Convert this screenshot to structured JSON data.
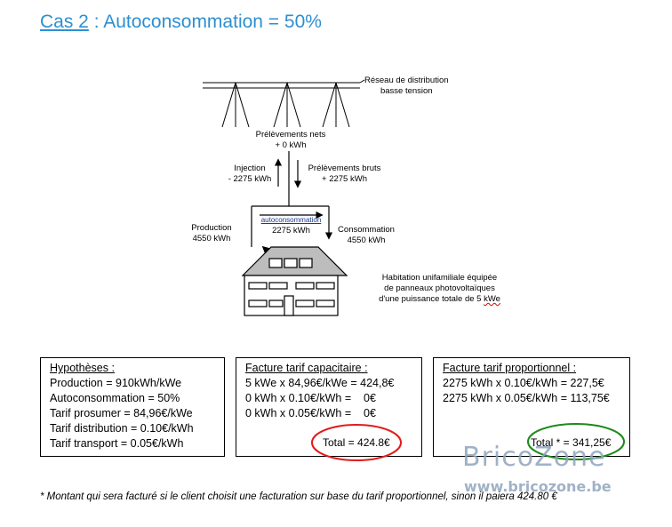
{
  "title": {
    "prefix": "Cas 2",
    "rest": " : Autoconsommation = 50%"
  },
  "diagram": {
    "grid_line1": "Réseau de distribution",
    "grid_line2": "basse tension",
    "net_line1": "Prélèvements nets",
    "net_line2": "+ 0 kWh",
    "injection_line1": "Injection",
    "injection_line2": "- 2275 kWh",
    "gross_line1": "Prélèvements bruts",
    "gross_line2": "+ 2275 kWh",
    "selfcons_line1": "autoconsommation",
    "selfcons_line2": "2275 kWh",
    "production_line1": "Production",
    "production_line2": "4550 kWh",
    "consumption_line1": "Consommation",
    "consumption_line2": "4550 kWh",
    "house_line1": "Habitation unifamiliale équipée",
    "house_line2": "de panneaux photovoltaïques",
    "house_line3_a": "d'une puissance totale de 5 ",
    "house_line3_b": "kWe"
  },
  "hypotheses": {
    "heading": "Hypothèses :",
    "lines": [
      "Production = 910kWh/kWe",
      "Autoconsommation = 50%",
      "Tarif prosumer = 84,96€/kWe",
      "Tarif distribution = 0.10€/kWh",
      "Tarif transport = 0.05€/kWh"
    ]
  },
  "capacitaire": {
    "heading": "Facture tarif capacitaire :",
    "lines": [
      {
        "left": "5 kWe x 84,96€/kWe",
        "right": "= 424,8€"
      },
      {
        "left": "0 kWh x 0.10€/kWh",
        "right": "=    0€"
      },
      {
        "left": "0 kWh x 0.05€/kWh",
        "right": "=    0€"
      }
    ],
    "total": "Total = 424.8€"
  },
  "proportionnel": {
    "heading": "Facture tarif proportionnel :",
    "lines": [
      {
        "left": "2275 kWh x 0.10€/kWh",
        "right": "= 227,5€"
      },
      {
        "left": "2275 kWh x 0.05€/kWh",
        "right": "= 113,75€"
      }
    ],
    "total": "Total * = 341,25€"
  },
  "watermark": {
    "brand": "BricoZone",
    "url": "www.bricozone.be"
  },
  "footnote": "* Montant qui sera facturé si le client choisit une facturation sur base du tarif proportionnel, sinon il paiera 424.80 €",
  "colors": {
    "title": "#2e8fd0",
    "circle_red": "#e01b1b",
    "circle_green": "#1a8a1a",
    "watermark": "#8fa5bd"
  }
}
